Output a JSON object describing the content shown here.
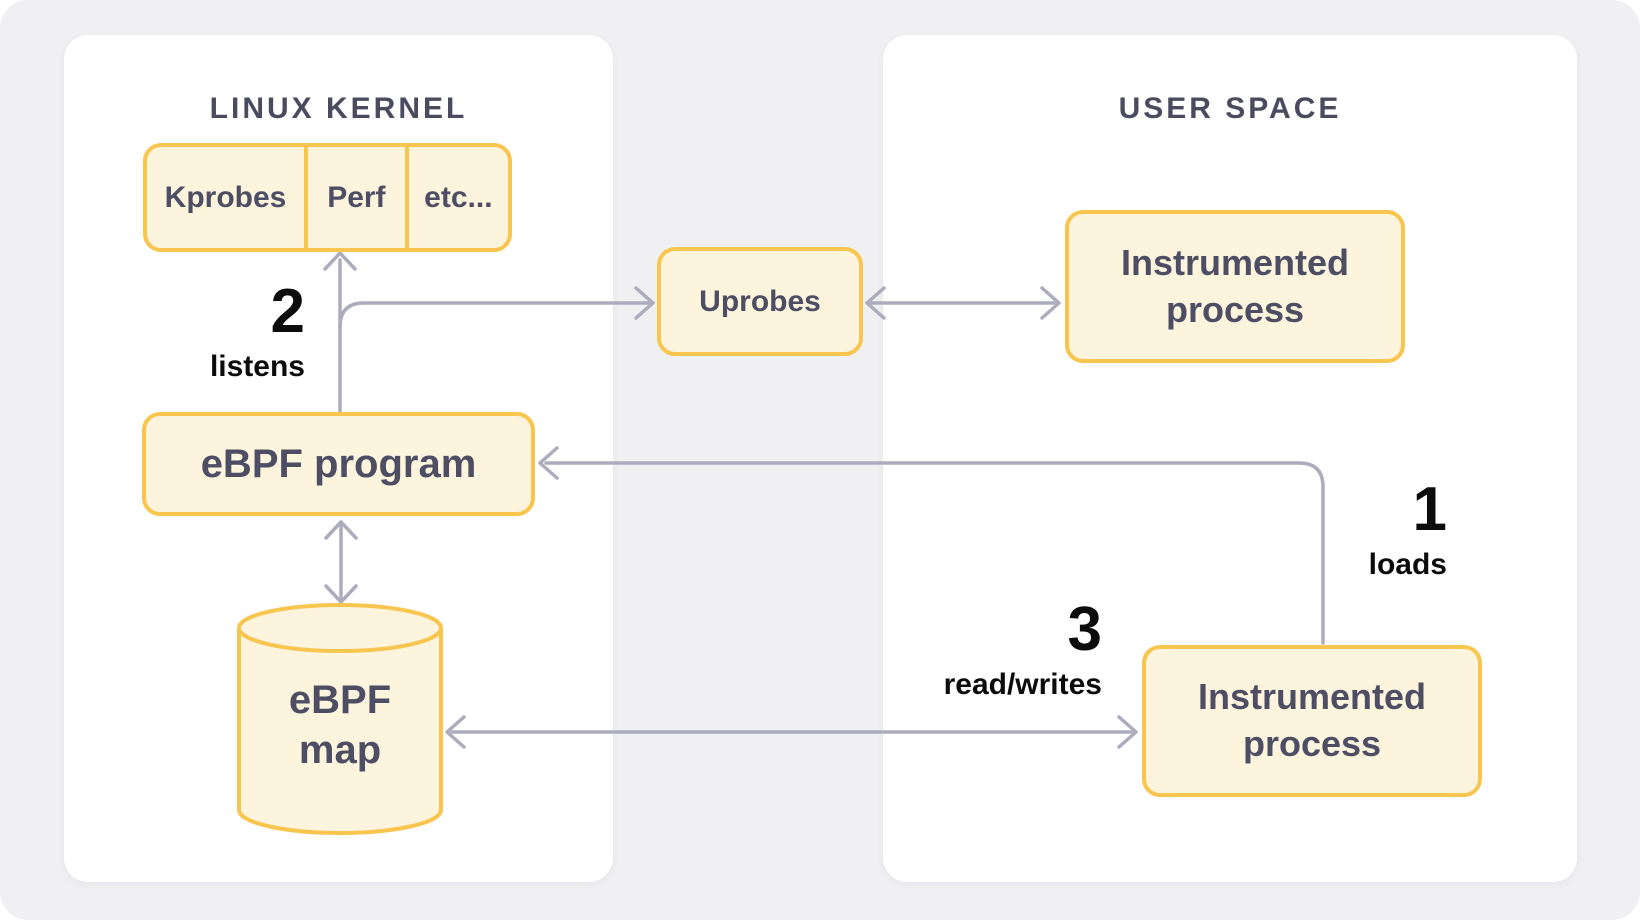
{
  "diagram": {
    "kernel_panel": {
      "title": "LINUX KERNEL"
    },
    "user_panel": {
      "title": "USER SPACE"
    },
    "nodes": {
      "probes_row": {
        "cells": [
          "Kprobes",
          "Perf",
          "etc..."
        ]
      },
      "uprobes": {
        "label": "Uprobes"
      },
      "instrumented_process_top": {
        "label": "Instrumented process"
      },
      "ebpf_program": {
        "label": "eBPF program"
      },
      "ebpf_map": {
        "label": "eBPF map"
      },
      "instrumented_process_bottom": {
        "label": "Instrumented process"
      }
    },
    "annotations": {
      "loads": {
        "number": "1",
        "label": "loads"
      },
      "listens": {
        "number": "2",
        "label": "listens"
      },
      "read_writes": {
        "number": "3",
        "label": "read/writes"
      }
    },
    "edges": [
      {
        "from": "ebpf_program",
        "to": "probes_row",
        "annotation": "2 listens",
        "arrowheads": "single"
      },
      {
        "from": "ebpf_program",
        "to": "uprobes",
        "arrowheads": "single"
      },
      {
        "from": "uprobes",
        "to": "instrumented_process_top",
        "arrowheads": "double"
      },
      {
        "from": "instrumented_process_bottom",
        "to": "ebpf_program",
        "annotation": "1 loads",
        "arrowheads": "single"
      },
      {
        "from": "ebpf_program",
        "to": "ebpf_map",
        "arrowheads": "double"
      },
      {
        "from": "ebpf_map",
        "to": "instrumented_process_bottom",
        "annotation": "3 read/writes",
        "arrowheads": "double"
      }
    ],
    "colors": {
      "background": "#F0F0F3",
      "panel": "#FFFFFF",
      "node_fill": "#FDF4DE",
      "node_border": "#F8C64F",
      "node_text": "#4D4D63",
      "title_text": "#4B4B5F",
      "arrow": "#ACACBD",
      "annotation_text": "#0C0C0C"
    }
  }
}
